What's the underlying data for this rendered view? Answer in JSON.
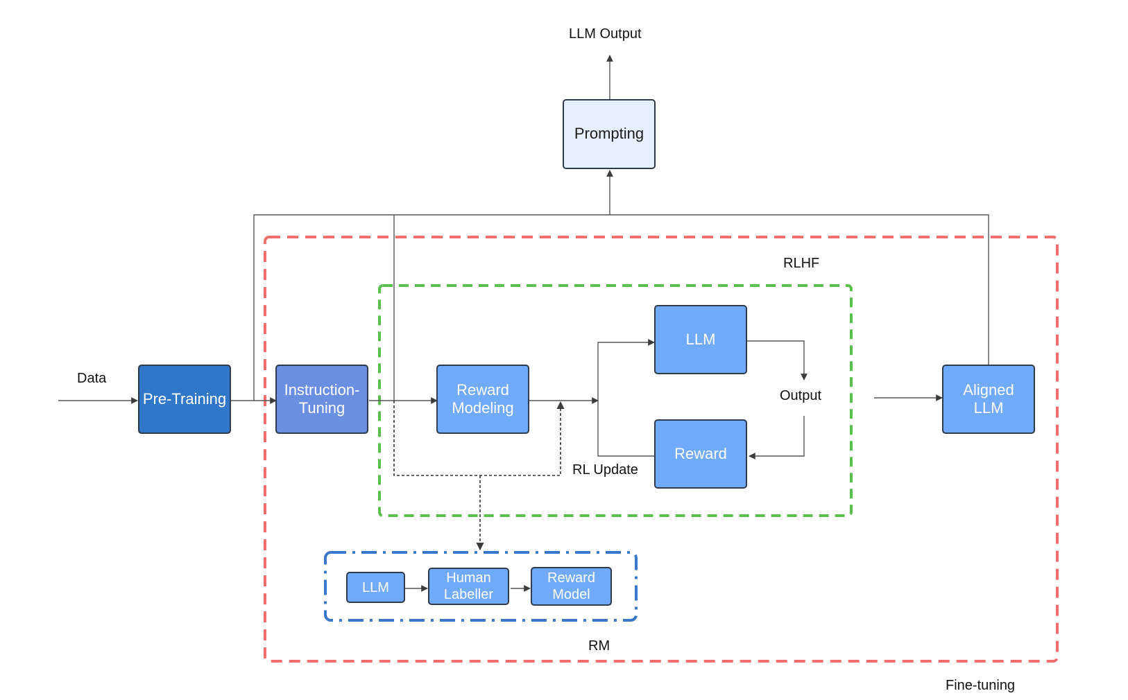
{
  "labels": {
    "llm_output": "LLM Output",
    "data": "Data",
    "rlhf": "RLHF",
    "output": "Output",
    "rl_update": "RL Update",
    "rm": "RM",
    "fine_tuning": "Fine-tuning"
  },
  "nodes": {
    "prompting": "Prompting",
    "pre_training": "Pre-Training",
    "instruction_tuning": "Instruction-Tuning",
    "reward_modeling": "Reward Modeling",
    "llm_rl": "LLM",
    "reward": "Reward",
    "aligned_llm": "Aligned LLM",
    "llm_rm": "LLM",
    "human_labeller": "Human Labeller",
    "reward_model": "Reward Model"
  },
  "colors": {
    "pre_training": "#3177c8",
    "instruction_tuning": "#6b8fe0",
    "light_blue": "#70aaf8",
    "prompting": "#e6f0fd",
    "fine_tuning_border": "#f06e6e",
    "rlhf_border": "#5bbf4e",
    "rm_border": "#3a78c9",
    "lines": "#444444"
  }
}
